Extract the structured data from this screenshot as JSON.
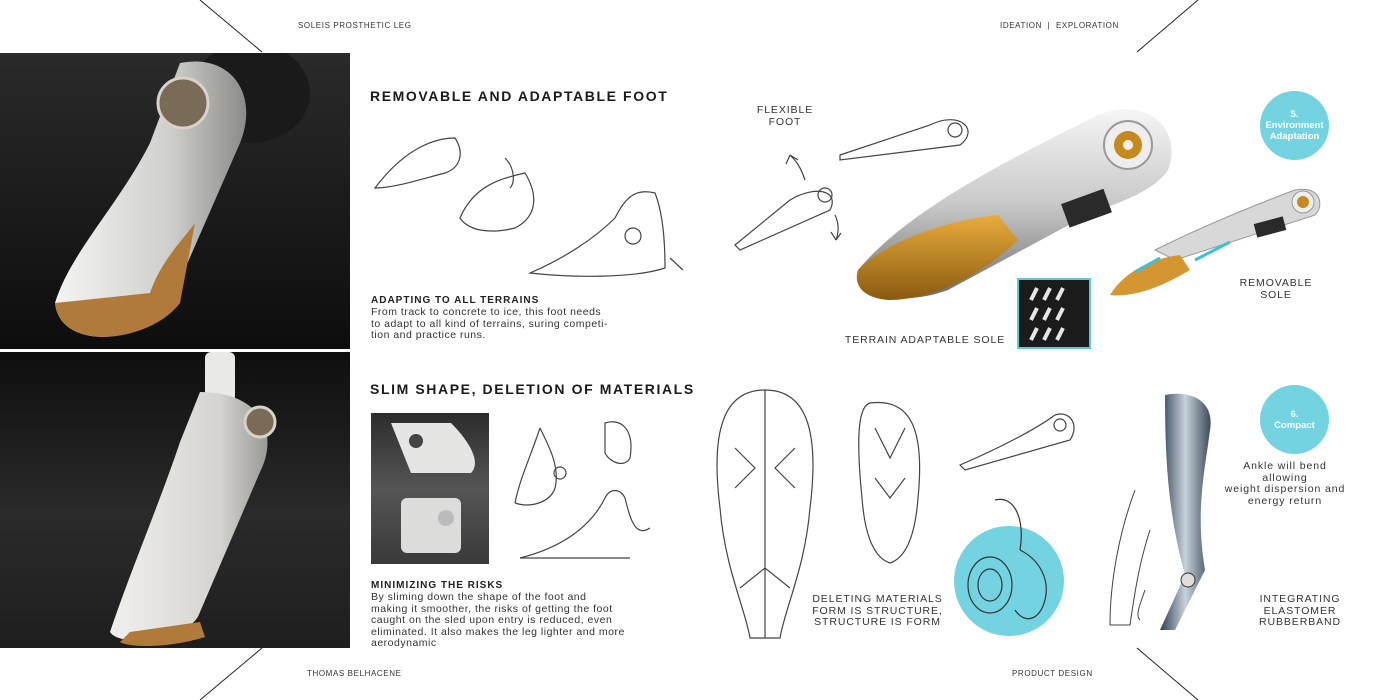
{
  "header": {
    "project": "SOLEIS PROSTHETIC LEG",
    "section": "IDEATION  |  EXPLORATION"
  },
  "footer": {
    "author": "THOMAS BELHACENE",
    "discipline": "PRODUCT DESIGN"
  },
  "colors": {
    "accent": "#74d3e1",
    "gold": "#c58a1e",
    "photo_bg": "#111111"
  },
  "section1": {
    "title": "REMOVABLE AND ADAPTABLE FOOT",
    "subtitle": "ADAPTING TO ALL TERRAINS",
    "body": [
      "From track to concrete to ice, this foot needs",
      "to adapt to all kind of terrains, suring competi-",
      "tion and practice runs."
    ],
    "flexible_foot": [
      "FLEXIBLE",
      "FOOT"
    ],
    "terrain_sole": "TERRAIN ADAPTABLE SOLE",
    "removable_sole": [
      "REMOVABLE",
      "SOLE"
    ],
    "badge": [
      "5.",
      "Environment",
      "Adaptation"
    ]
  },
  "section2": {
    "title": "SLIM SHAPE, DELETION OF MATERIALS",
    "subtitle": "MINIMIZING THE RISKS",
    "body": [
      "By sliming down the shape of the foot and",
      "making it smoother, the risks of getting the foot",
      "caught on the sled upon entry is reduced, even",
      "eliminated. It also makes the leg lighter and more",
      "aerodynamic"
    ],
    "deleting": [
      "DELETING MATERIALS",
      "FORM IS STRUCTURE,",
      "STRUCTURE IS FORM"
    ],
    "ankle": [
      "Ankle will bend allowing",
      "weight dispersion and",
      "energy return"
    ],
    "elastomer": [
      "INTEGRATING",
      "ELASTOMER",
      "RUBBERBAND"
    ],
    "badge": [
      "6.",
      "Compact"
    ]
  }
}
